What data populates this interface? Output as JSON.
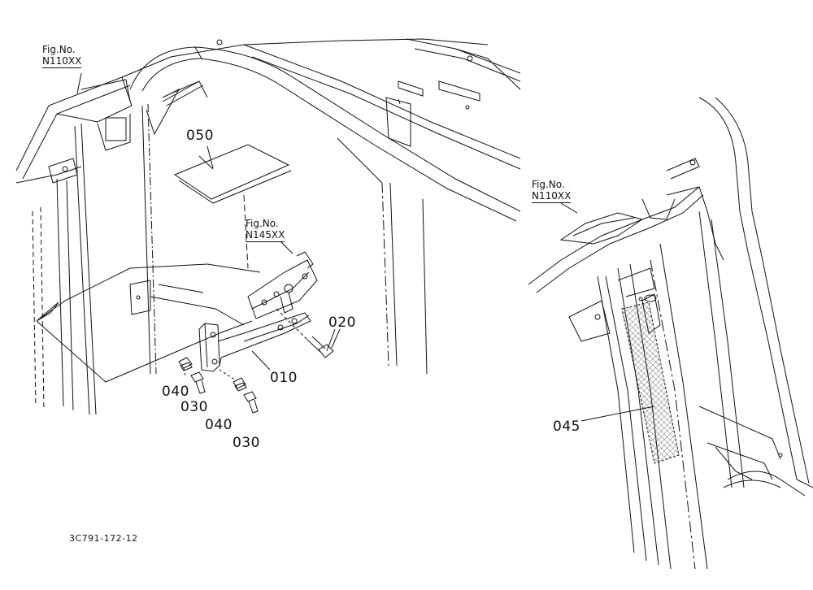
{
  "figure_refs": [
    {
      "label": "Fig.No.",
      "number": "N110XX"
    },
    {
      "label": "Fig.No.",
      "number": "N145XX"
    },
    {
      "label": "Fig.No.",
      "number": "N110XX"
    }
  ],
  "parts": {
    "p050": "050",
    "p020": "020",
    "p010": "010",
    "p040a": "040",
    "p030a": "030",
    "p040b": "040",
    "p030b": "030",
    "p045": "045"
  },
  "drawing_code": "3C791-172-12",
  "colors": {
    "line": "#111111",
    "background": "#ffffff"
  }
}
